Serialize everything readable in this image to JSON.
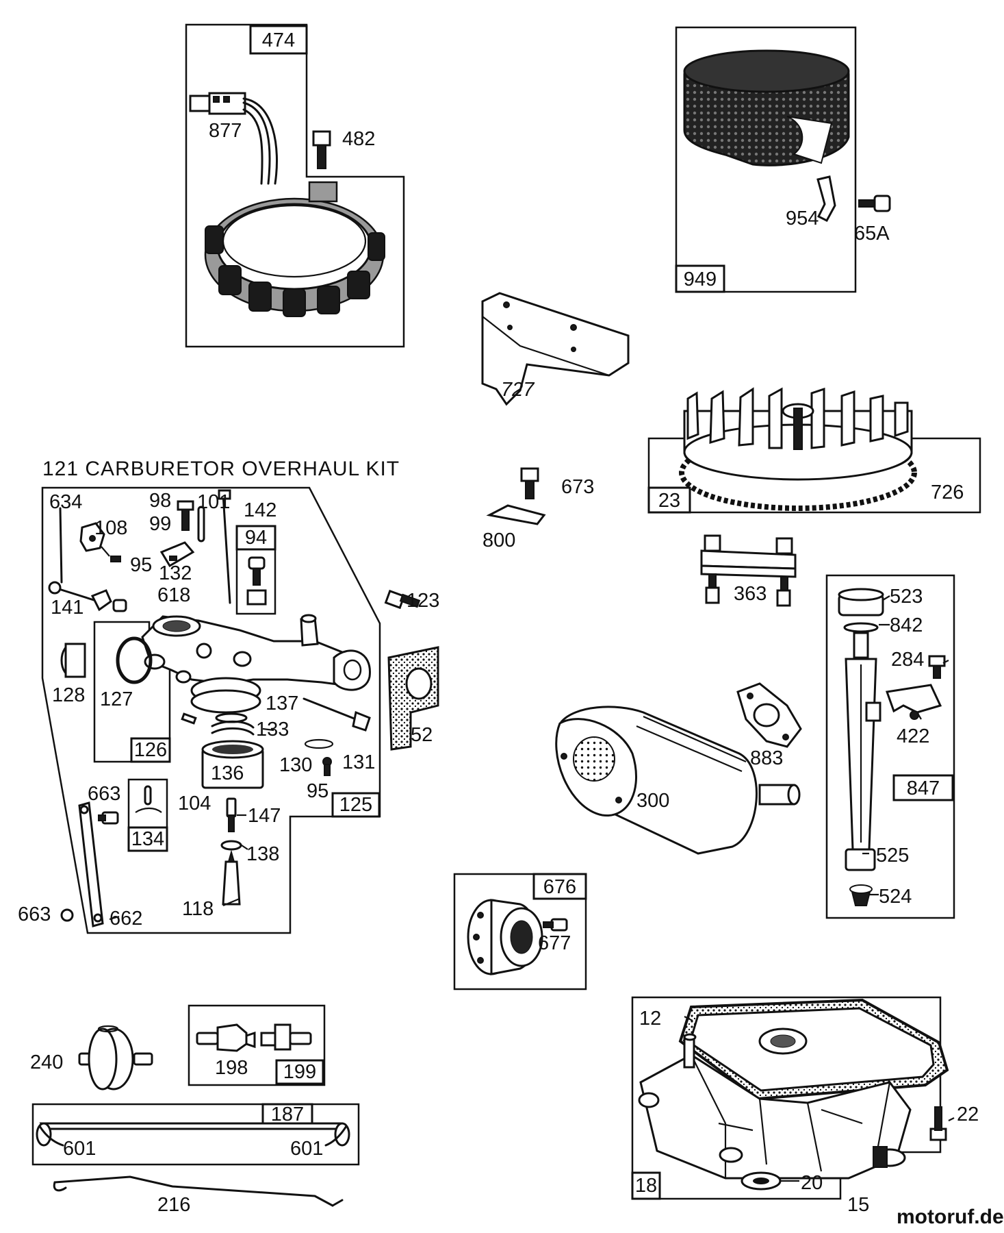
{
  "kit_title": "121 CARBURETOR OVERHAUL KIT",
  "watermark": "motoruf.de",
  "boxed_labels": {
    "b474": "474",
    "b949": "949",
    "b23": "23",
    "b94": "94",
    "b126": "126",
    "b125": "125",
    "b134": "134",
    "b847": "847",
    "b676": "676",
    "b199": "199",
    "b187": "187",
    "b18": "18"
  },
  "labels": {
    "l877": "877",
    "l482": "482",
    "l954": "954",
    "l65a": "65A",
    "l727": "727",
    "l726": "726",
    "l673": "673",
    "l800": "800",
    "l363": "363",
    "l634": "634",
    "l98": "98",
    "l101": "101",
    "l142": "142",
    "l108": "108",
    "l99": "99",
    "l95a": "95",
    "l132": "132",
    "l141": "141",
    "l618": "618",
    "l123": "123",
    "l128": "128",
    "l127": "127",
    "l137": "137",
    "l133": "133",
    "l52": "52",
    "l136": "136",
    "l130": "130",
    "l131": "131",
    "l95b": "95",
    "l104": "104",
    "l663a": "663",
    "l147": "147",
    "l138": "138",
    "l118": "118",
    "l663b": "663",
    "l662": "662",
    "l523": "523",
    "l842": "842",
    "l284": "284",
    "l422": "422",
    "l883": "883",
    "l300": "300",
    "l525": "525",
    "l524": "524",
    "l677": "677",
    "l240": "240",
    "l198": "198",
    "l601a": "601",
    "l601b": "601",
    "l216": "216",
    "l12": "12",
    "l22": "22",
    "l20": "20",
    "l15": "15"
  }
}
